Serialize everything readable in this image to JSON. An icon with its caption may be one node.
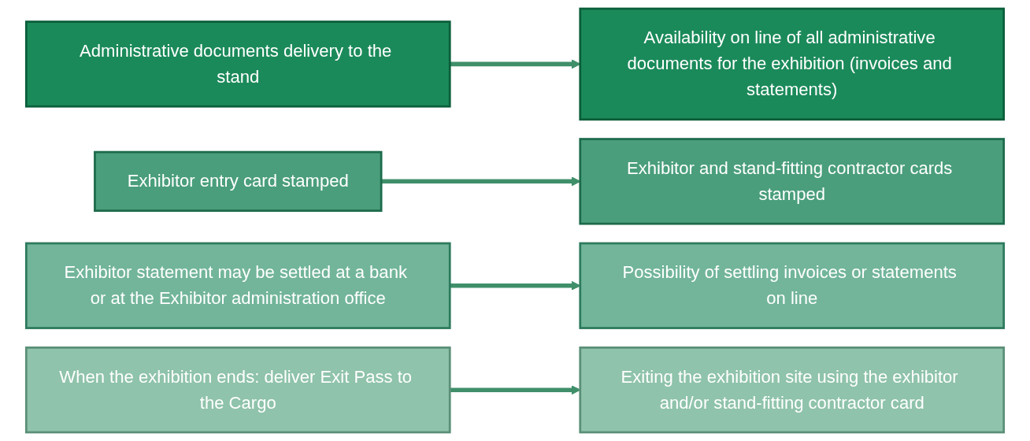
{
  "diagram": {
    "nodes": [
      {
        "text": [
          "Administrative documents delivery to the stand"
        ]
      },
      {
        "text": [
          "Availability on line of all administrative documents for the exhibition (invoices and statements)"
        ]
      },
      {
        "text": [
          "Exhibitor entry card stamped"
        ]
      },
      {
        "text": [
          "Exhibitor and stand-fitting contractor cards stamped"
        ]
      },
      {
        "text": [
          "Exhibitor statement may be settled at a bank or at the Exhibitor administration office"
        ]
      },
      {
        "text": [
          "Possibility of settling invoices or statements on line"
        ]
      },
      {
        "text": [
          "When the exhibition ends: deliver Exit Pass to the Cargo"
        ]
      },
      {
        "text": [
          "Exiting the exhibition site using the exhibitor and/or stand-fitting contractor card"
        ]
      }
    ],
    "edges": [
      {
        "from": 0,
        "to": 1,
        "arrow": "to"
      },
      {
        "from": 2,
        "to": 3,
        "arrow": "to"
      },
      {
        "from": 4,
        "to": 5,
        "arrow": "to"
      },
      {
        "from": 6,
        "to": 7,
        "arrow": "to"
      }
    ]
  }
}
